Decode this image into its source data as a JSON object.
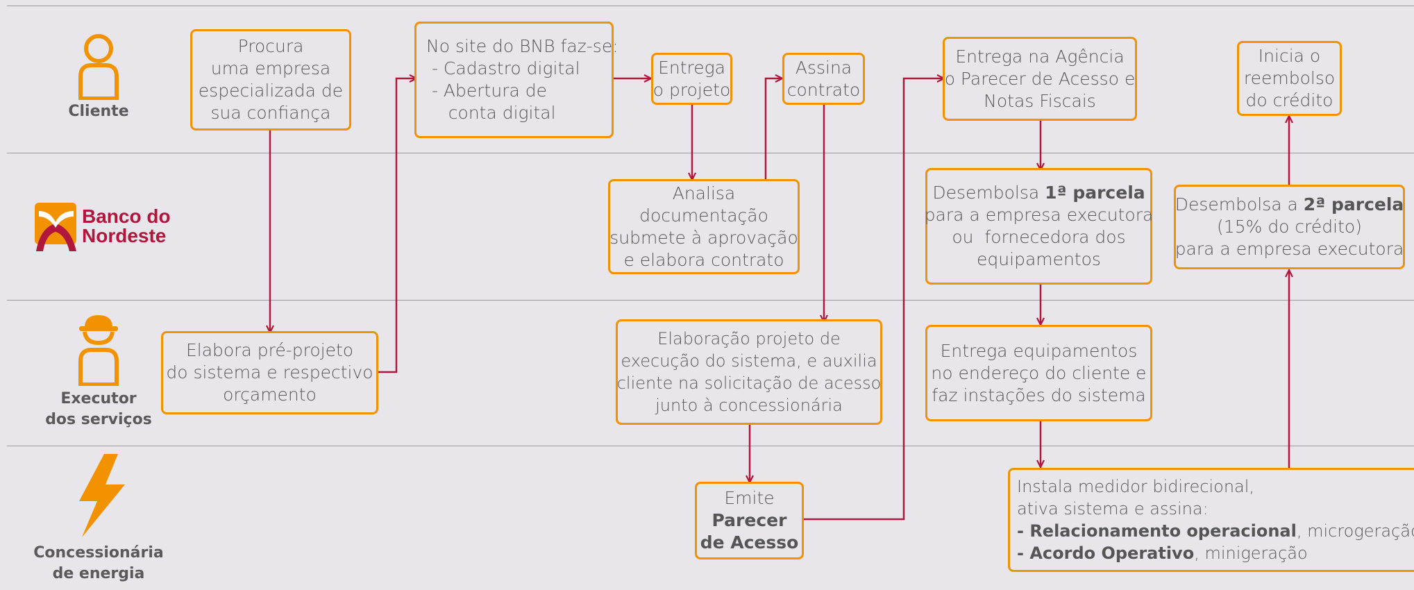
{
  "lanes": {
    "client": "Cliente",
    "bank_name_1": "Banco do",
    "bank_name_2": "Nordeste",
    "executor_1": "Executor",
    "executor_2": "dos serviços",
    "utility_1": "Concessionária",
    "utility_2": "de energia"
  },
  "boxes": {
    "procura": [
      "Procura",
      "uma empresa",
      "especializada de",
      "sua confiança"
    ],
    "site_bnb": [
      "No site do BNB faz-se:",
      " - Cadastro digital",
      " - Abertura de",
      "    conta digital"
    ],
    "entrega_projeto": [
      "Entrega",
      "o projeto"
    ],
    "assina": [
      "Assina",
      "contrato"
    ],
    "entrega_agencia": [
      "Entrega na Agência",
      "o Parecer de Acesso e",
      "Notas Fiscais"
    ],
    "inicia": [
      "Inicia o",
      "reembolso",
      "do crédito"
    ],
    "analisa": [
      "Analisa",
      "documentação",
      "submete à aprovação",
      "e elabora contrato"
    ],
    "desembolsa1": {
      "line1_pre": "Desembolsa ",
      "line1_bold": "1ª parcela",
      "lines": [
        "para a empresa executora",
        "ou  fornecedora dos",
        "equipamentos"
      ]
    },
    "desembolsa2": {
      "line1_pre": "Desembolsa a ",
      "line1_bold": "2ª parcela",
      "lines": [
        "(15% do crédito)",
        "para a empresa executora"
      ]
    },
    "elabora_pre": [
      "Elabora pré-projeto",
      "do sistema e respectivo",
      "orçamento"
    ],
    "elaboracao": [
      "Elaboração projeto de",
      "execução do sistema, e auxilia",
      "cliente na solicitação de acesso",
      "junto à concessionária"
    ],
    "entrega_equip": [
      "Entrega equipamentos",
      "no endereço do cliente e",
      "faz instações do sistema"
    ],
    "emite": {
      "line1": "Emite",
      "bold1": "Parecer",
      "bold2": "de Acesso"
    },
    "instala": {
      "line1": "Instala medidor bidirecional,",
      "line2": "ativa sistema e assina:",
      "b1": "- Relacionamento operacional",
      "t1": ", microgeração",
      "b2": "- Acordo Operativo",
      "t2": ", minigeração"
    }
  },
  "colors": {
    "box_border": "#f39200",
    "arrow": "#b1173c",
    "lane_line": "#9a9a9a",
    "background": "#e9e6eb",
    "bank_red": "#b1173c",
    "bank_orange": "#f39200"
  },
  "icons": [
    "person-icon",
    "bank-logo-icon",
    "worker-icon",
    "lightning-icon"
  ]
}
